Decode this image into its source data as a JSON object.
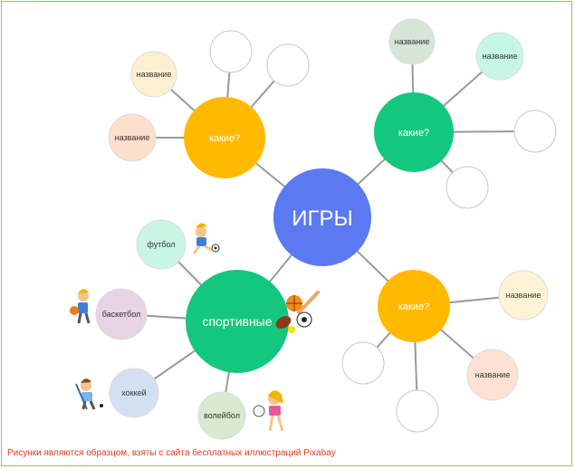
{
  "center": {
    "label": "ИГРЫ",
    "color": "#5b79f0"
  },
  "hubs": [
    {
      "id": "top-left",
      "label": "какие?",
      "color": "#ffba00"
    },
    {
      "id": "top-right",
      "label": "какие?",
      "color": "#14c77e"
    },
    {
      "id": "bottom-right",
      "label": "какие?",
      "color": "#ffba00"
    },
    {
      "id": "sports",
      "label": "спортивные",
      "color": "#14c77e"
    }
  ],
  "leaves": {
    "top_left": [
      {
        "label": "название",
        "color": "#fdf0d0"
      },
      {
        "label": "название",
        "color": "#fde0cc"
      },
      {
        "label": "",
        "color": "#ffffff"
      },
      {
        "label": "",
        "color": "#ffffff"
      }
    ],
    "top_right": [
      {
        "label": "название",
        "color": "#d5e5d6"
      },
      {
        "label": "название",
        "color": "#c6f7e6"
      },
      {
        "label": "",
        "color": "#ffffff"
      },
      {
        "label": "",
        "color": "#ffffff"
      }
    ],
    "bottom_right": [
      {
        "label": "название",
        "color": "#fef3d4"
      },
      {
        "label": "название",
        "color": "#fde1d3"
      },
      {
        "label": "",
        "color": "#ffffff"
      },
      {
        "label": "",
        "color": "#ffffff"
      }
    ],
    "sports": [
      {
        "label": "футбол",
        "color": "#c9f5e4"
      },
      {
        "label": "баскетбол",
        "color": "#e6d4e5"
      },
      {
        "label": "хоккей",
        "color": "#d3dff3"
      },
      {
        "label": "волейбол",
        "color": "#d8e9cf"
      }
    ]
  },
  "caption": "Рисунки являются образцом, взяты с сайта бесплатных иллюстраций  Pixabay",
  "connector_color": "#9a9a9a"
}
